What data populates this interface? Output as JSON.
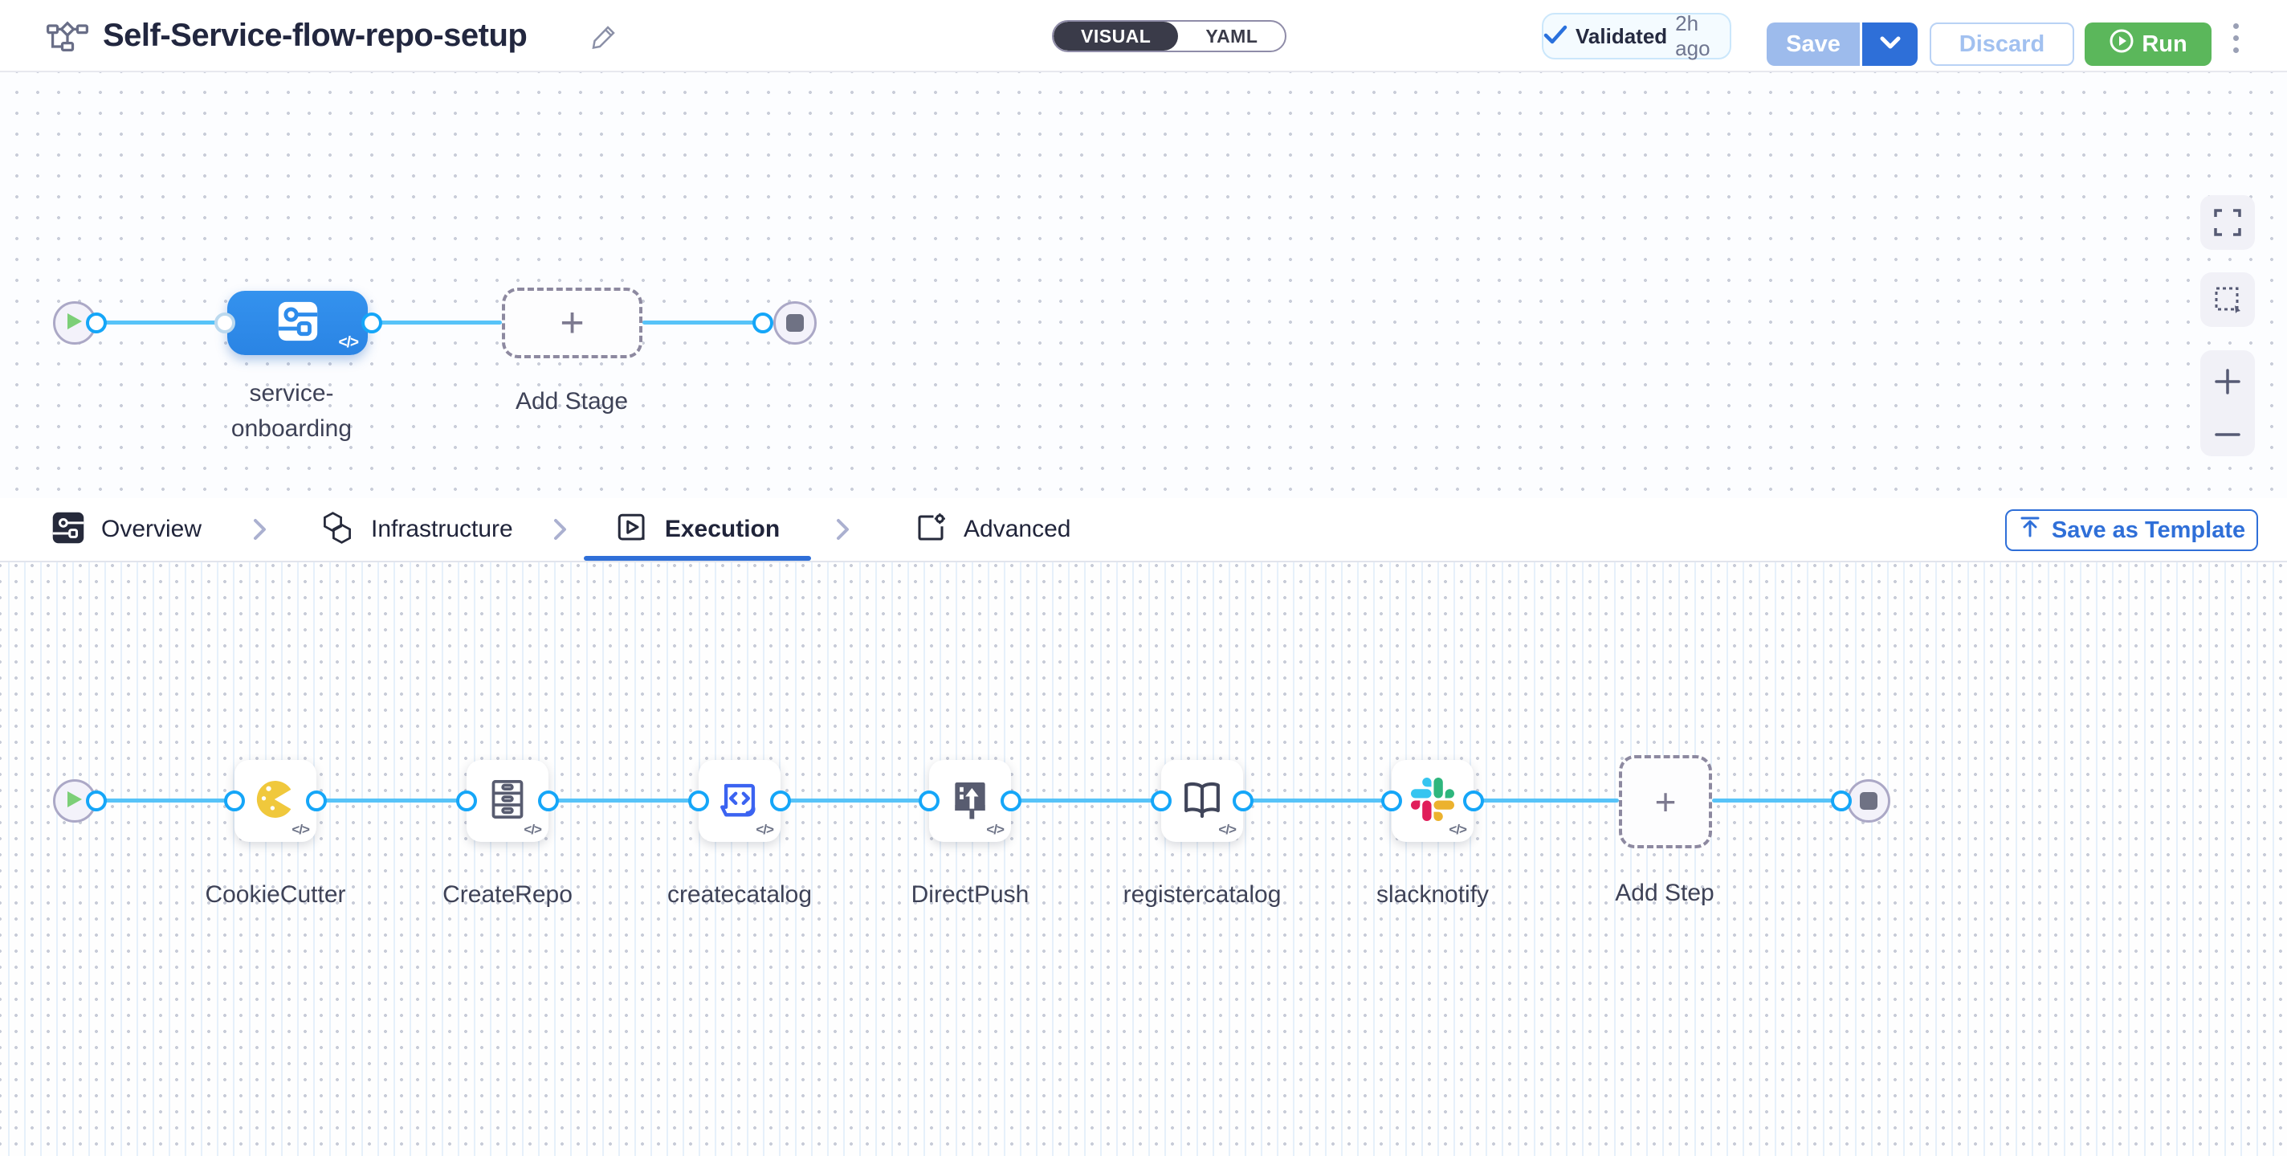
{
  "header": {
    "title": "Self-Service-flow-repo-setup",
    "mode_toggle": {
      "visual": "VISUAL",
      "yaml": "YAML",
      "selected": "VISUAL"
    },
    "validated": {
      "label": "Validated",
      "time": "2h ago"
    },
    "save_label": "Save",
    "discard_label": "Discard",
    "run_label": "Run"
  },
  "stage_canvas": {
    "stage_name": "service-onboarding",
    "add_stage_label": "Add Stage",
    "code_badge": "</>"
  },
  "tabs": {
    "items": [
      {
        "label": "Overview"
      },
      {
        "label": "Infrastructure"
      },
      {
        "label": "Execution"
      },
      {
        "label": "Advanced"
      }
    ],
    "selected": "Execution",
    "save_as_template_label": "Save as Template"
  },
  "execution_canvas": {
    "steps": [
      {
        "name": "CookieCutter"
      },
      {
        "name": "CreateRepo"
      },
      {
        "name": "createcatalog"
      },
      {
        "name": "DirectPush"
      },
      {
        "name": "registercatalog"
      },
      {
        "name": "slacknotify"
      }
    ],
    "add_step_label": "Add Step",
    "code_badge": "</>"
  },
  "colors": {
    "accent_blue": "#2f6fd8",
    "stage_blue": "#2e8ceb",
    "edge_blue": "#57c3f8",
    "port_blue": "#15a6f8",
    "run_green": "#5bb75b",
    "slack_blue": "#36C5F0",
    "slack_green": "#2EB67D",
    "slack_yellow": "#ECB22E",
    "slack_red": "#E01E5A",
    "cookie_yellow": "#f0c83c"
  }
}
